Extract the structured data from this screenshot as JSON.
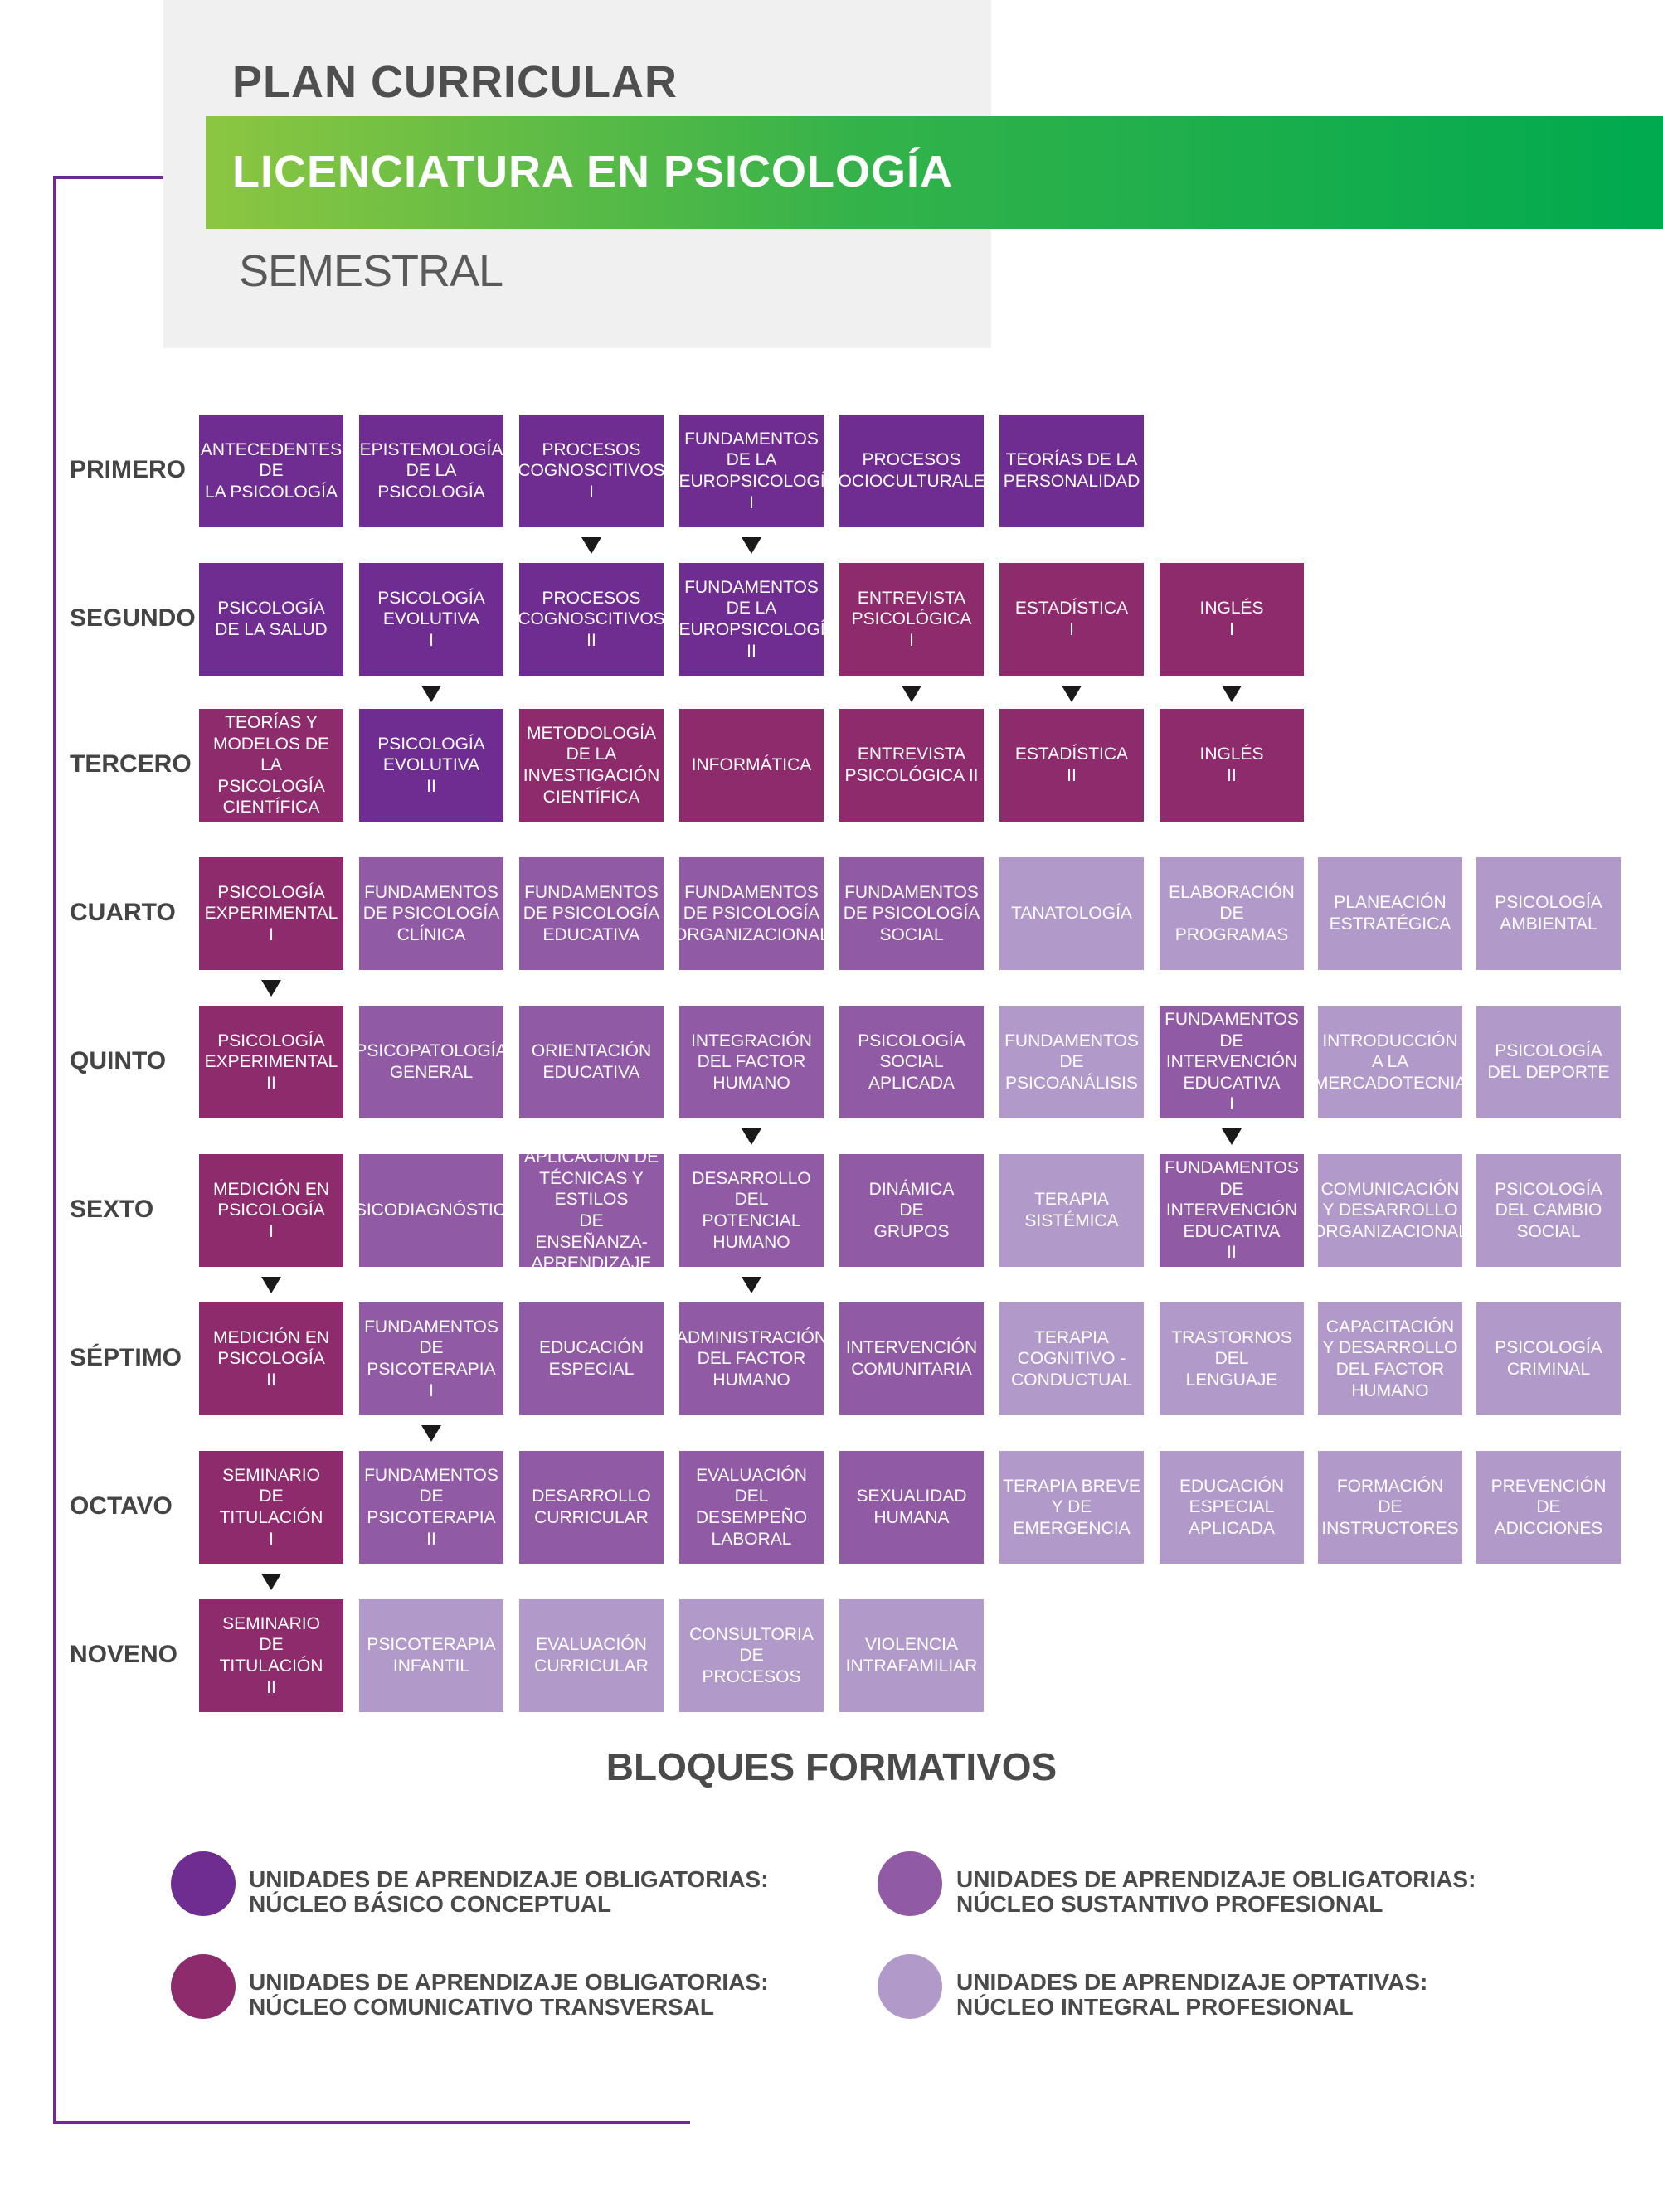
{
  "header": {
    "title": "PLAN CURRICULAR",
    "banner": "LICENCIATURA EN PSICOLOGÍA",
    "modality": "SEMESTRAL"
  },
  "colors": {
    "basico_conceptual": "#6f2c91",
    "comunicativo_transversal": "#8e2b6c",
    "sustantivo_profesional": "#915aa5",
    "integral_profesional": "#b19ac9",
    "frame": "#6e2a8e",
    "banner_start": "#8cc641",
    "banner_end": "#00aa4f"
  },
  "semesters": [
    {
      "label": "PRIMERO",
      "courses": [
        {
          "name": "ANTECEDENTES\nDE\nLA PSICOLOGÍA",
          "block": "basico_conceptual"
        },
        {
          "name": "EPISTEMOLOGÍA\nDE LA\nPSICOLOGÍA",
          "block": "basico_conceptual"
        },
        {
          "name": "PROCESOS\nCOGNOSCITIVOS\nI",
          "block": "basico_conceptual"
        },
        {
          "name": "FUNDAMENTOS\nDE LA\nNEUROPSICOLOGÍA\nI",
          "block": "basico_conceptual"
        },
        {
          "name": "PROCESOS\nSOCIOCULTURALES",
          "block": "basico_conceptual"
        },
        {
          "name": "TEORÍAS DE LA\nPERSONALIDAD",
          "block": "basico_conceptual"
        }
      ]
    },
    {
      "label": "SEGUNDO",
      "courses": [
        {
          "name": "PSICOLOGÍA\nDE LA SALUD",
          "block": "basico_conceptual"
        },
        {
          "name": "PSICOLOGÍA\nEVOLUTIVA\nI",
          "block": "basico_conceptual"
        },
        {
          "name": "PROCESOS\nCOGNOSCITIVOS\nII",
          "block": "basico_conceptual"
        },
        {
          "name": "FUNDAMENTOS\nDE LA\nNEUROPSICOLOGÍA\nII",
          "block": "basico_conceptual"
        },
        {
          "name": "ENTREVISTA\nPSICOLÓGICA\nI",
          "block": "comunicativo_transversal"
        },
        {
          "name": "ESTADÍSTICA\nI",
          "block": "comunicativo_transversal"
        },
        {
          "name": "INGLÉS\nI",
          "block": "comunicativo_transversal"
        }
      ]
    },
    {
      "label": "TERCERO",
      "courses": [
        {
          "name": "TEORÍAS Y\nMODELOS DE LA\nPSICOLOGÍA\nCIENTÍFICA",
          "block": "comunicativo_transversal"
        },
        {
          "name": "PSICOLOGÍA\nEVOLUTIVA\nII",
          "block": "basico_conceptual"
        },
        {
          "name": "METODOLOGÍA\nDE LA\nINVESTIGACIÓN\nCIENTÍFICA",
          "block": "comunicativo_transversal"
        },
        {
          "name": "INFORMÁTICA",
          "block": "comunicativo_transversal"
        },
        {
          "name": "ENTREVISTA\nPSICOLÓGICA II",
          "block": "comunicativo_transversal"
        },
        {
          "name": "ESTADÍSTICA\nII",
          "block": "comunicativo_transversal"
        },
        {
          "name": "INGLÉS\nII",
          "block": "comunicativo_transversal"
        }
      ]
    },
    {
      "label": "CUARTO",
      "courses": [
        {
          "name": "PSICOLOGÍA\nEXPERIMENTAL\nI",
          "block": "comunicativo_transversal"
        },
        {
          "name": "FUNDAMENTOS\nDE PSICOLOGÍA\nCLÍNICA",
          "block": "sustantivo_profesional"
        },
        {
          "name": "FUNDAMENTOS\nDE PSICOLOGÍA\nEDUCATIVA",
          "block": "sustantivo_profesional"
        },
        {
          "name": "FUNDAMENTOS\nDE PSICOLOGÍA\nORGANIZACIONAL",
          "block": "sustantivo_profesional"
        },
        {
          "name": "FUNDAMENTOS\nDE PSICOLOGÍA\nSOCIAL",
          "block": "sustantivo_profesional"
        },
        {
          "name": "TANATOLOGÍA",
          "block": "integral_profesional"
        },
        {
          "name": "ELABORACIÓN\nDE PROGRAMAS",
          "block": "integral_profesional"
        },
        {
          "name": "PLANEACIÓN\nESTRATÉGICA",
          "block": "integral_profesional"
        },
        {
          "name": "PSICOLOGÍA\nAMBIENTAL",
          "block": "integral_profesional"
        }
      ]
    },
    {
      "label": "QUINTO",
      "courses": [
        {
          "name": "PSICOLOGÍA\nEXPERIMENTAL\nII",
          "block": "comunicativo_transversal"
        },
        {
          "name": "PSICOPATOLOGÍA\nGENERAL",
          "block": "sustantivo_profesional"
        },
        {
          "name": "ORIENTACIÓN\nEDUCATIVA",
          "block": "sustantivo_profesional"
        },
        {
          "name": "INTEGRACIÓN\nDEL FACTOR\nHUMANO",
          "block": "sustantivo_profesional"
        },
        {
          "name": "PSICOLOGÍA\nSOCIAL\nAPLICADA",
          "block": "sustantivo_profesional"
        },
        {
          "name": "FUNDAMENTOS\nDE\nPSICOANÁLISIS",
          "block": "integral_profesional"
        },
        {
          "name": "FUNDAMENTOS\nDE\nINTERVENCIÓN\nEDUCATIVA\nI",
          "block": "sustantivo_profesional"
        },
        {
          "name": "INTRODUCCIÓN\nA LA\nMERCADOTECNIA",
          "block": "integral_profesional"
        },
        {
          "name": "PSICOLOGÍA\nDEL DEPORTE",
          "block": "integral_profesional"
        }
      ]
    },
    {
      "label": "SEXTO",
      "courses": [
        {
          "name": "MEDICIÓN EN\nPSICOLOGÍA\nI",
          "block": "comunicativo_transversal"
        },
        {
          "name": "PSICODIAGNÓSTICO",
          "block": "sustantivo_profesional"
        },
        {
          "name": "APLICACIÓN DE\nTÉCNICAS Y ESTILOS\nDE ENSEÑANZA-\nAPRENDIZAJE",
          "block": "sustantivo_profesional"
        },
        {
          "name": "DESARROLLO\nDEL\nPOTENCIAL\nHUMANO",
          "block": "sustantivo_profesional"
        },
        {
          "name": "DINÁMICA\nDE\nGRUPOS",
          "block": "sustantivo_profesional"
        },
        {
          "name": "TERAPIA\nSISTÉMICA",
          "block": "integral_profesional"
        },
        {
          "name": "FUNDAMENTOS\nDE\nINTERVENCIÓN\nEDUCATIVA\nII",
          "block": "sustantivo_profesional"
        },
        {
          "name": "COMUNICACIÓN\nY DESARROLLO\nORGANIZACIONAL",
          "block": "integral_profesional"
        },
        {
          "name": "PSICOLOGÍA\nDEL CAMBIO\nSOCIAL",
          "block": "integral_profesional"
        }
      ]
    },
    {
      "label": "SÉPTIMO",
      "courses": [
        {
          "name": "MEDICIÓN EN\nPSICOLOGÍA\nII",
          "block": "comunicativo_transversal"
        },
        {
          "name": "FUNDAMENTOS\nDE\nPSICOTERAPIA\nI",
          "block": "sustantivo_profesional"
        },
        {
          "name": "EDUCACIÓN\nESPECIAL",
          "block": "sustantivo_profesional"
        },
        {
          "name": "ADMINISTRACIÓN\nDEL FACTOR\nHUMANO",
          "block": "sustantivo_profesional"
        },
        {
          "name": "INTERVENCIÓN\nCOMUNITARIA",
          "block": "sustantivo_profesional"
        },
        {
          "name": "TERAPIA\nCOGNITIVO -\nCONDUCTUAL",
          "block": "integral_profesional"
        },
        {
          "name": "TRASTORNOS\nDEL\nLENGUAJE",
          "block": "integral_profesional"
        },
        {
          "name": "CAPACITACIÓN\nY DESARROLLO\nDEL FACTOR\nHUMANO",
          "block": "integral_profesional"
        },
        {
          "name": "PSICOLOGÍA\nCRIMINAL",
          "block": "integral_profesional"
        }
      ]
    },
    {
      "label": "OCTAVO",
      "courses": [
        {
          "name": "SEMINARIO\nDE\nTITULACIÓN\nI",
          "block": "comunicativo_transversal"
        },
        {
          "name": "FUNDAMENTOS\nDE\nPSICOTERAPIA\nII",
          "block": "sustantivo_profesional"
        },
        {
          "name": "DESARROLLO\nCURRICULAR",
          "block": "sustantivo_profesional"
        },
        {
          "name": "EVALUACIÓN\nDEL DESEMPEÑO\nLABORAL",
          "block": "sustantivo_profesional"
        },
        {
          "name": "SEXUALIDAD\nHUMANA",
          "block": "sustantivo_profesional"
        },
        {
          "name": "TERAPIA BREVE\nY DE\nEMERGENCIA",
          "block": "integral_profesional"
        },
        {
          "name": "EDUCACIÓN\nESPECIAL\nAPLICADA",
          "block": "integral_profesional"
        },
        {
          "name": "FORMACIÓN\nDE\nINSTRUCTORES",
          "block": "integral_profesional"
        },
        {
          "name": "PREVENCIÓN\nDE\nADICCIONES",
          "block": "integral_profesional"
        }
      ]
    },
    {
      "label": "NOVENO",
      "courses": [
        {
          "name": "SEMINARIO\nDE\nTITULACIÓN\nII",
          "block": "comunicativo_transversal"
        },
        {
          "name": "PSICOTERAPIA\nINFANTIL",
          "block": "integral_profesional"
        },
        {
          "name": "EVALUACIÓN\nCURRICULAR",
          "block": "integral_profesional"
        },
        {
          "name": "CONSULTORIA\nDE\nPROCESOS",
          "block": "integral_profesional"
        },
        {
          "name": "VIOLENCIA\nINTRAFAMILIAR",
          "block": "integral_profesional"
        }
      ]
    }
  ],
  "prerequisites": [
    {
      "from_semester": 0,
      "column": 2
    },
    {
      "from_semester": 0,
      "column": 3
    },
    {
      "from_semester": 1,
      "column": 1
    },
    {
      "from_semester": 1,
      "column": 4
    },
    {
      "from_semester": 1,
      "column": 5
    },
    {
      "from_semester": 1,
      "column": 6
    },
    {
      "from_semester": 3,
      "column": 0
    },
    {
      "from_semester": 4,
      "column": 3
    },
    {
      "from_semester": 4,
      "column": 6
    },
    {
      "from_semester": 5,
      "column": 0
    },
    {
      "from_semester": 5,
      "column": 3
    },
    {
      "from_semester": 6,
      "column": 1
    },
    {
      "from_semester": 7,
      "column": 0
    }
  ],
  "legend": {
    "title": "BLOQUES FORMATIVOS",
    "items": [
      {
        "line1": "UNIDADES DE APRENDIZAJE OBLIGATORIAS:",
        "line2": "NÚCLEO BÁSICO CONCEPTUAL",
        "block": "basico_conceptual"
      },
      {
        "line1": "UNIDADES DE APRENDIZAJE OBLIGATORIAS:",
        "line2": "NÚCLEO SUSTANTIVO PROFESIONAL",
        "block": "sustantivo_profesional"
      },
      {
        "line1": "UNIDADES DE APRENDIZAJE OBLIGATORIAS:",
        "line2": "NÚCLEO COMUNICATIVO TRANSVERSAL",
        "block": "comunicativo_transversal"
      },
      {
        "line1": "UNIDADES DE APRENDIZAJE OPTATIVAS:",
        "line2": "NÚCLEO INTEGRAL PROFESIONAL",
        "block": "integral_profesional"
      }
    ]
  }
}
